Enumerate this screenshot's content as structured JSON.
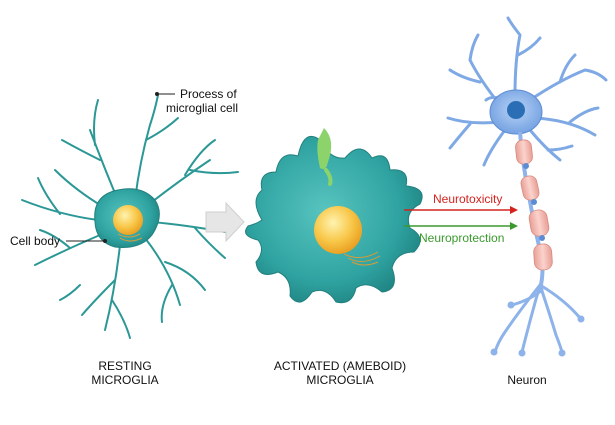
{
  "labels": {
    "process_line1": "Process of",
    "process_line2": "microglial cell",
    "cell_body": "Cell body",
    "neurotoxicity": "Neurotoxicity",
    "neuroprotection": "Neuroprotection"
  },
  "captions": {
    "resting_line1": "RESTING",
    "resting_line2": "MICROGLIA",
    "activated_line1": "ACTIVATED (AMEBOID)",
    "activated_line2": "MICROGLIA",
    "neuron": "Neuron"
  },
  "colors": {
    "microglia_body": "#2fa3a1",
    "microglia_dark": "#22807f",
    "nucleus": "#f6b93b",
    "neurotoxicity": "#d4231f",
    "neuroprotection": "#3a9a2e",
    "neuron_body": "#7ea9e4",
    "myelin": "#f2b8b0",
    "axon_terminal": "#8db3ea",
    "arrow_gray": "#e2e2e2"
  }
}
